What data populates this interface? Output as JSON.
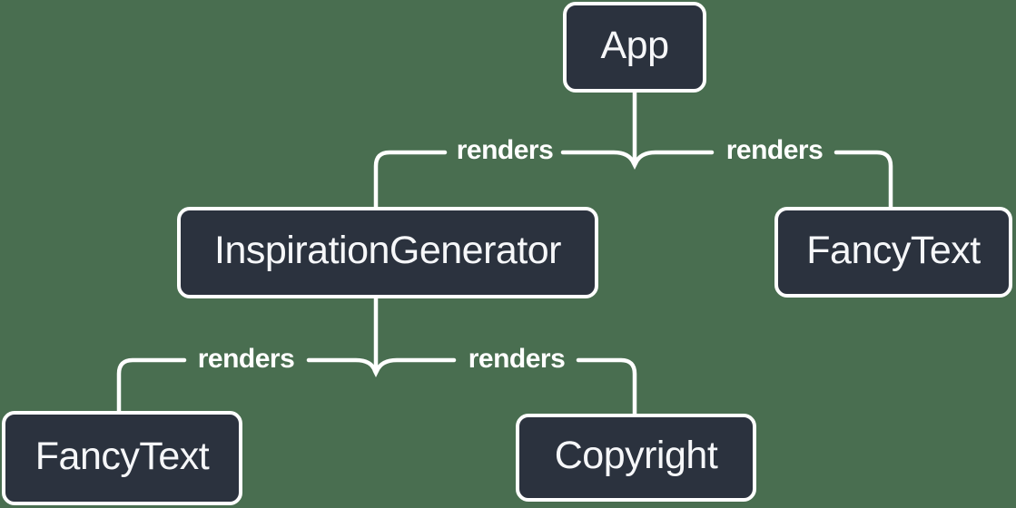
{
  "colors": {
    "background": "#496E50",
    "node_fill": "#2B323E",
    "node_border": "#FFFFFF",
    "node_text": "#F6F7F9",
    "edge": "#FFFFFF",
    "edge_label_text": "#FFFFFF"
  },
  "diagram": {
    "type": "render-tree",
    "root": "App",
    "nodes": [
      {
        "id": "app",
        "label": "App"
      },
      {
        "id": "inspiration-generator",
        "label": "InspirationGenerator"
      },
      {
        "id": "fancy-text-right",
        "label": "FancyText"
      },
      {
        "id": "fancy-text-left",
        "label": "FancyText"
      },
      {
        "id": "copyright",
        "label": "Copyright"
      }
    ],
    "edges": [
      {
        "from": "App",
        "to": "InspirationGenerator",
        "label": "renders"
      },
      {
        "from": "App",
        "to": "FancyText",
        "label": "renders"
      },
      {
        "from": "InspirationGenerator",
        "to": "FancyText",
        "label": "renders"
      },
      {
        "from": "InspirationGenerator",
        "to": "Copyright",
        "label": "renders"
      }
    ]
  }
}
